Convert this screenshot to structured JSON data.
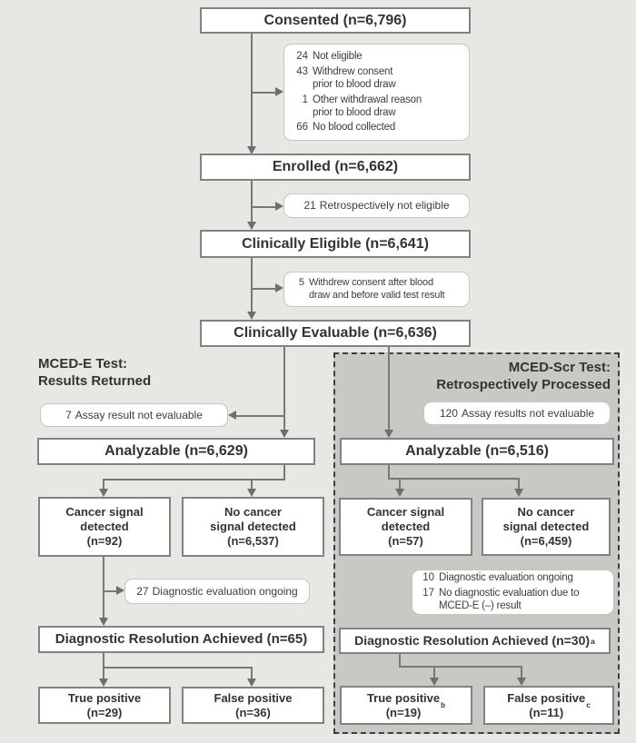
{
  "main_chain": {
    "consented": "Consented (n=6,796)",
    "enrolled": "Enrolled (n=6,662)",
    "clinically_eligible": "Clinically Eligible (n=6,641)",
    "clinically_evaluable": "Clinically Evaluable (n=6,636)"
  },
  "side_notes": {
    "post_consent": [
      {
        "n": "24",
        "text": "Not eligible"
      },
      {
        "n": "43",
        "text": "Withdrew consent\nprior to blood draw"
      },
      {
        "n": "1",
        "text": "Other withdrawal reason\nprior to blood draw"
      },
      {
        "n": "66",
        "text": "No blood collected"
      }
    ],
    "post_enrolled": {
      "n": "21",
      "text": "Retrospectively not eligible"
    },
    "post_eligible": {
      "n": "5",
      "text": "Withdrew consent after blood\ndraw and before valid test result"
    }
  },
  "left_branch": {
    "header": "MCED-E Test:\nResults Returned",
    "assay_note": {
      "n": "7",
      "text": "Assay result not evaluable"
    },
    "analyzable": "Analyzable (n=6,629)",
    "cancer_signal_detected": "Cancer signal\ndetected\n(n=92)",
    "no_cancer_signal": "No cancer\nsignal detected\n(n=6,537)",
    "ongoing_note": {
      "n": "27",
      "text": "Diagnostic evaluation ongoing"
    },
    "diagnostic_resolution": "Diagnostic Resolution Achieved (n=65)",
    "true_positive": "True positive\n(n=29)",
    "false_positive": "False positive\n(n=36)"
  },
  "right_branch": {
    "header": "MCED-Scr Test:\nRetrospectively Processed",
    "assay_note": {
      "n": "120",
      "text": "Assay results not evaluable"
    },
    "analyzable": "Analyzable (n=6,516)",
    "cancer_signal_detected": "Cancer signal\ndetected\n(n=57)",
    "no_cancer_signal": "No cancer\nsignal detected\n(n=6,459)",
    "ongoing_notes": [
      {
        "n": "10",
        "text": "Diagnostic evaluation ongoing"
      },
      {
        "n": "17",
        "text": "No diagnostic evaluation due to\nMCED-E (–) result"
      }
    ],
    "diagnostic_resolution": {
      "label": "Diagnostic Resolution Achieved (n=30)",
      "sup": "a"
    },
    "true_positive": {
      "label": "True positive\n(n=19)",
      "sup": "b"
    },
    "false_positive": {
      "label": "False positive\n(n=11)",
      "sup": "c"
    }
  },
  "colors": {
    "page_bg": "#e8e7e4",
    "panel_bg": "#c9c8c5",
    "box_border": "#828282",
    "arrow": "#6e6e6e",
    "text": "#333333"
  }
}
